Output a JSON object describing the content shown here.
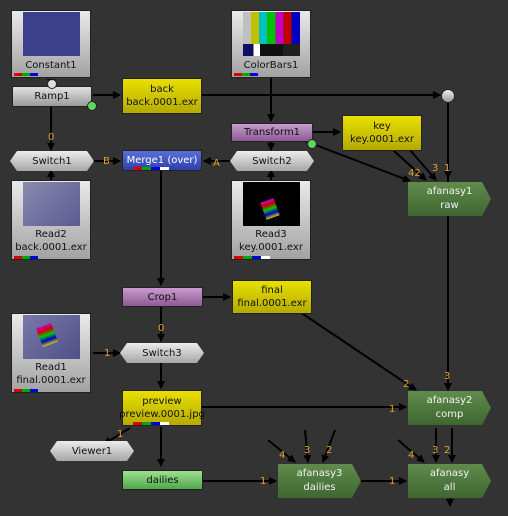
{
  "nodes": {
    "constant1": {
      "label": "Constant1"
    },
    "colorbars1": {
      "label": "ColorBars1"
    },
    "ramp1": {
      "label": "Ramp1"
    },
    "back": {
      "label": "back",
      "file": "back.0001.exr"
    },
    "transform1": {
      "label": "Transform1"
    },
    "key": {
      "label": "key",
      "file": "key.0001.exr"
    },
    "switch1": {
      "label": "Switch1"
    },
    "merge1": {
      "label": "Merge1 (over)"
    },
    "switch2": {
      "label": "Switch2"
    },
    "read2": {
      "label": "Read2",
      "file": "back.0001.exr"
    },
    "read3": {
      "label": "Read3",
      "file": "key.0001.exr"
    },
    "afanasy1": {
      "label": "afanasy1",
      "sub": "raw"
    },
    "crop1": {
      "label": "Crop1"
    },
    "final": {
      "label": "final",
      "file": "final.0001.exr"
    },
    "read1": {
      "label": "Read1",
      "file": "final.0001.exr"
    },
    "switch3": {
      "label": "Switch3"
    },
    "preview": {
      "label": "preview",
      "file": "preview.0001.jpg"
    },
    "afanasy2": {
      "label": "afanasy2",
      "sub": "comp"
    },
    "viewer1": {
      "label": "Viewer1"
    },
    "dailies": {
      "label": "dailies"
    },
    "afanasy3": {
      "label": "afanasy3",
      "sub": "dailies"
    },
    "afanasy_all": {
      "label": "afanasy",
      "sub": "all"
    }
  },
  "edge_labels": {
    "ramp_switch": "0",
    "switch1_merge": "B",
    "switch2_merge": "A",
    "a1_in42": "42",
    "a1_in3": "3",
    "a1_in1": "1",
    "crop_switch3": "0",
    "read1_switch3": "1",
    "a2_in2": "2",
    "a2_in3": "3",
    "a2_in1": "1",
    "viewer_in": "1",
    "a3_in4": "4",
    "a3_in3": "3",
    "a3_in2": "2",
    "a3_in1": "1",
    "all_in4": "4",
    "all_in3": "3",
    "all_in2": "2",
    "all_in1": "1"
  },
  "colors": {
    "write_node": "#d7ce00",
    "afanasy_node": "#4f7a3e",
    "transform_node": "#ab7cb2",
    "merge_node": "#3b52c4",
    "edge_label": "#e8a02a"
  }
}
